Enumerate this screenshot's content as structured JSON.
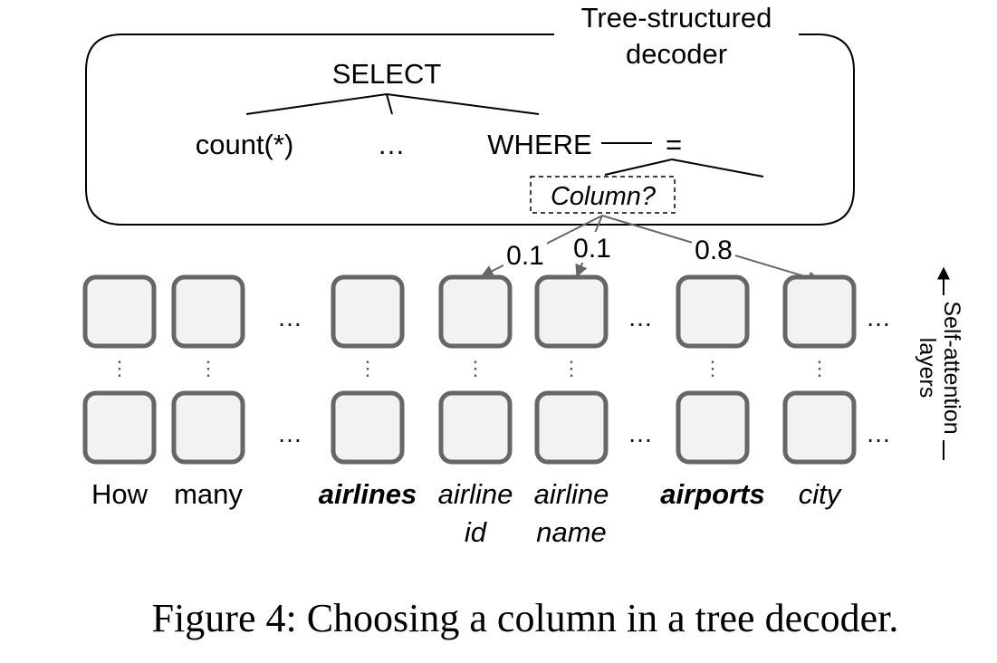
{
  "decoder": {
    "title_line1": "Tree-structured",
    "title_line2": "decoder",
    "root": "SELECT",
    "children": [
      "count(*)",
      "…",
      "WHERE"
    ],
    "equals": "=",
    "column_query": "Column?"
  },
  "attention": {
    "weights": [
      "0.1",
      "0.1",
      "0.8"
    ]
  },
  "layers_label_line1": "Self-attention",
  "layers_label_line2": "layers",
  "ellipsis": "…",
  "vertical_ellipsis": "⋮",
  "tokens": [
    {
      "line1": "How",
      "line2": "",
      "style": "normal"
    },
    {
      "line1": "many",
      "line2": "",
      "style": "normal"
    },
    {
      "line1": "airlines",
      "line2": "",
      "style": "bold-italic"
    },
    {
      "line1": "airline",
      "line2": "id",
      "style": "italic"
    },
    {
      "line1": "airline",
      "line2": "name",
      "style": "italic"
    },
    {
      "line1": "airports",
      "line2": "",
      "style": "bold-italic"
    },
    {
      "line1": "city",
      "line2": "",
      "style": "italic"
    }
  ],
  "caption": "Figure 4: Choosing a column in a tree decoder."
}
